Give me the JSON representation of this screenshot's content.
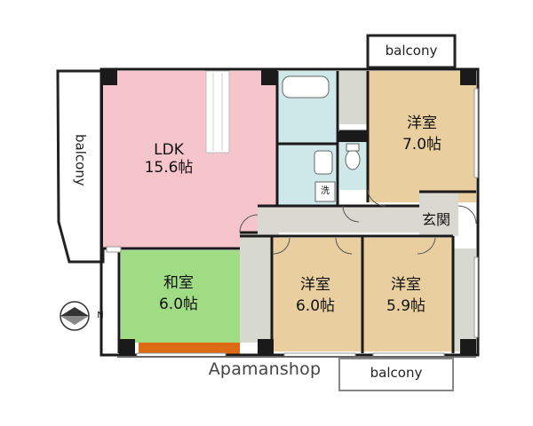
{
  "rooms": {
    "ldk": {
      "name": "LDK",
      "size": "15.6帖"
    },
    "western_ne": {
      "name": "洋室",
      "size": "7.0帖"
    },
    "japanese": {
      "name": "和室",
      "size": "6.0帖"
    },
    "western_s1": {
      "name": "洋室",
      "size": "6.0帖"
    },
    "western_s2": {
      "name": "洋室",
      "size": "5.9帖"
    }
  },
  "labels": {
    "balcony_top": "balcony",
    "balcony_left": "balcony",
    "balcony_bottom": "balcony",
    "entrance": "玄関",
    "washer": "洗",
    "north": "N",
    "watermark": "Apamanshop"
  },
  "colors": {
    "ldk": "#f6c5cc",
    "western": "#e9cfa0",
    "japanese": "#9fdc84",
    "wet": "#cfe8ea",
    "hall": "#d9d9d2",
    "closet": "#d7d8cf",
    "wall": "#1a1a1a",
    "orange": "#dd6a14"
  }
}
